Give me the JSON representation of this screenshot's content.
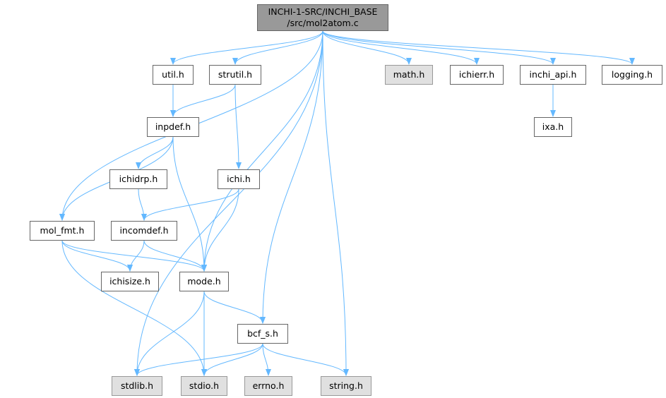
{
  "diagram": {
    "colors": {
      "edge": "#63b8ff",
      "node_border": "#666666",
      "root_fill": "#999999",
      "system_fill": "#e0e0e0"
    },
    "root": {
      "line1": "INCHI-1-SRC/INCHI_BASE",
      "line2": "/src/mol2atom.c"
    },
    "nodes": {
      "util_h": "util.h",
      "strutil_h": "strutil.h",
      "math_h": "math.h",
      "ichierr_h": "ichierr.h",
      "inchi_api_h": "inchi_api.h",
      "logging_h": "logging.h",
      "ixa_h": "ixa.h",
      "inpdef_h": "inpdef.h",
      "ichidrp_h": "ichidrp.h",
      "ichi_h": "ichi.h",
      "mol_fmt_h": "mol_fmt.h",
      "incomdef_h": "incomdef.h",
      "ichisize_h": "ichisize.h",
      "mode_h": "mode.h",
      "bcf_s_h": "bcf_s.h",
      "stdlib_h": "stdlib.h",
      "stdio_h": "stdio.h",
      "errno_h": "errno.h",
      "string_h": "string.h"
    },
    "edges": [
      [
        "root",
        "util_h"
      ],
      [
        "root",
        "strutil_h"
      ],
      [
        "root",
        "math_h"
      ],
      [
        "root",
        "ichierr_h"
      ],
      [
        "root",
        "inchi_api_h"
      ],
      [
        "root",
        "logging_h"
      ],
      [
        "root",
        "mol_fmt_h"
      ],
      [
        "root",
        "mode_h"
      ],
      [
        "root",
        "bcf_s_h"
      ],
      [
        "root",
        "stdlib_h"
      ],
      [
        "root",
        "string_h"
      ],
      [
        "util_h",
        "inpdef_h"
      ],
      [
        "strutil_h",
        "inpdef_h"
      ],
      [
        "strutil_h",
        "ichi_h"
      ],
      [
        "inchi_api_h",
        "ixa_h"
      ],
      [
        "inpdef_h",
        "ichidrp_h"
      ],
      [
        "inpdef_h",
        "mol_fmt_h"
      ],
      [
        "inpdef_h",
        "mode_h"
      ],
      [
        "ichidrp_h",
        "incomdef_h"
      ],
      [
        "ichi_h",
        "incomdef_h"
      ],
      [
        "ichi_h",
        "mode_h"
      ],
      [
        "mol_fmt_h",
        "ichisize_h"
      ],
      [
        "mol_fmt_h",
        "mode_h"
      ],
      [
        "mol_fmt_h",
        "stdio_h"
      ],
      [
        "incomdef_h",
        "ichisize_h"
      ],
      [
        "incomdef_h",
        "mode_h"
      ],
      [
        "mode_h",
        "bcf_s_h"
      ],
      [
        "mode_h",
        "stdlib_h"
      ],
      [
        "mode_h",
        "stdio_h"
      ],
      [
        "bcf_s_h",
        "stdlib_h"
      ],
      [
        "bcf_s_h",
        "stdio_h"
      ],
      [
        "bcf_s_h",
        "errno_h"
      ],
      [
        "bcf_s_h",
        "string_h"
      ]
    ]
  }
}
